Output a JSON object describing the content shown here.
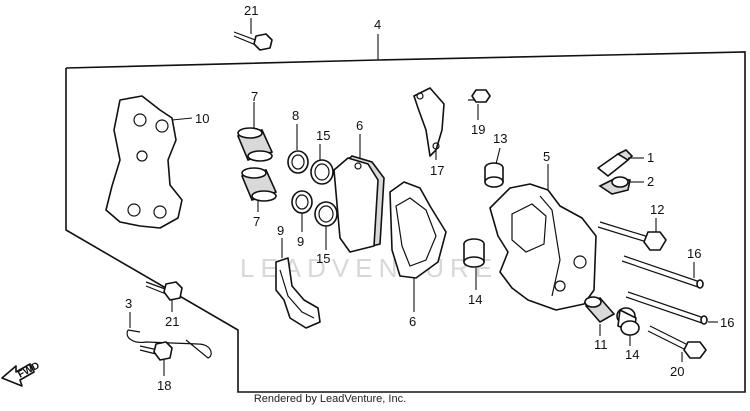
{
  "diagram": {
    "callouts": [
      {
        "id": "c1",
        "label": "1"
      },
      {
        "id": "c2",
        "label": "2"
      },
      {
        "id": "c3",
        "label": "3"
      },
      {
        "id": "c4",
        "label": "4"
      },
      {
        "id": "c5",
        "label": "5"
      },
      {
        "id": "c6a",
        "label": "6"
      },
      {
        "id": "c6b",
        "label": "6"
      },
      {
        "id": "c7a",
        "label": "7"
      },
      {
        "id": "c7b",
        "label": "7"
      },
      {
        "id": "c8",
        "label": "8"
      },
      {
        "id": "c9a",
        "label": "9"
      },
      {
        "id": "c9b",
        "label": "9"
      },
      {
        "id": "c10",
        "label": "10"
      },
      {
        "id": "c11",
        "label": "11"
      },
      {
        "id": "c12",
        "label": "12"
      },
      {
        "id": "c13",
        "label": "13"
      },
      {
        "id": "c14a",
        "label": "14"
      },
      {
        "id": "c14b",
        "label": "14"
      },
      {
        "id": "c15a",
        "label": "15"
      },
      {
        "id": "c15b",
        "label": "15"
      },
      {
        "id": "c16a",
        "label": "16"
      },
      {
        "id": "c16b",
        "label": "16"
      },
      {
        "id": "c17",
        "label": "17"
      },
      {
        "id": "c18",
        "label": "18"
      },
      {
        "id": "c19",
        "label": "19"
      },
      {
        "id": "c20",
        "label": "20"
      },
      {
        "id": "c21a",
        "label": "21"
      },
      {
        "id": "c21b",
        "label": "21"
      }
    ],
    "fwd_label": "FWD",
    "watermark": "LEADVENTURE",
    "credit": "Rendered by LeadVenture, Inc."
  }
}
